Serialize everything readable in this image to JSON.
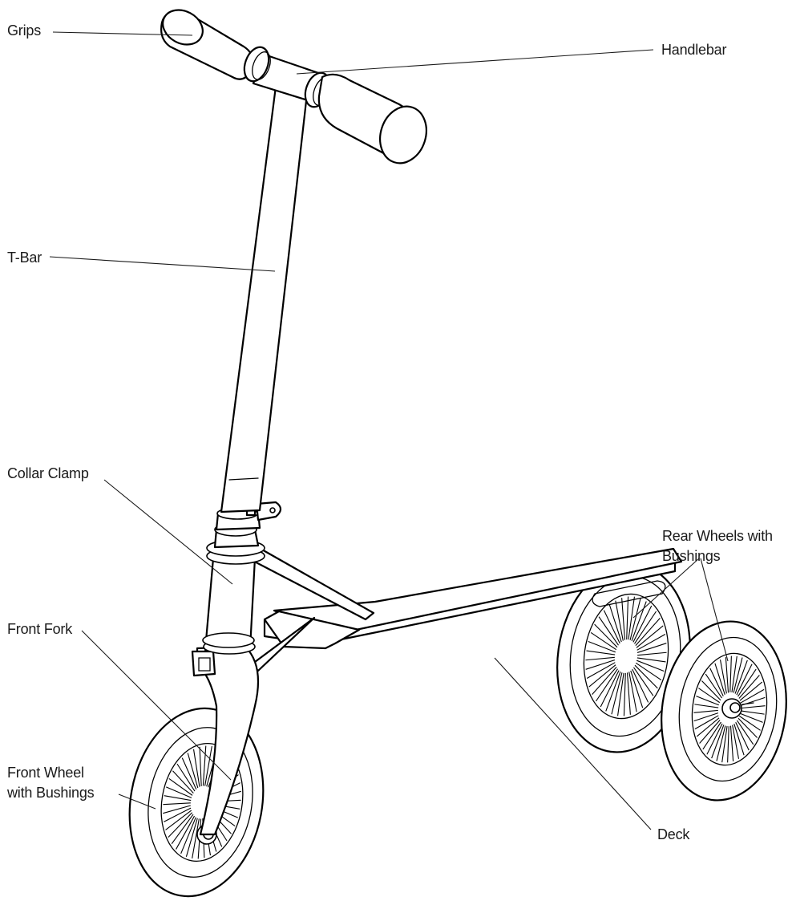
{
  "labels": {
    "grips": "Grips",
    "handlebar": "Handlebar",
    "tbar": "T-Bar",
    "collar_clamp": "Collar Clamp",
    "rear_wheels_line1": "Rear Wheels with",
    "rear_wheels_line2": "Bushings",
    "front_fork": "Front Fork",
    "front_wheel_line1": "Front Wheel",
    "front_wheel_line2": "with Bushings",
    "deck": "Deck"
  },
  "colors": {
    "ink": "#000000",
    "background": "#ffffff"
  }
}
